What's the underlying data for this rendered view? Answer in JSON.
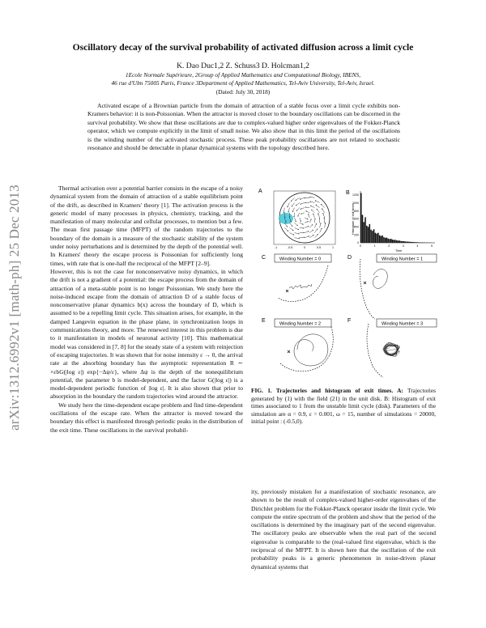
{
  "side_identifier": "arXiv:1312.6992v1  [math-ph]  25 Dec 2013",
  "title": "Oscillatory decay of the survival probability of activated diffusion across a limit cycle",
  "authors": "K. Dao Duc1,2 Z. Schuss3 D. Holcman1,2",
  "affiliations": {
    "line1": "1Ecole Normale Supérieure, 2Group of Applied Mathematics and Computational Biology, IBENS,",
    "line2": "46 rue d'Ulm 75005 Paris, France 3Department of Applied Mathematics, Tel-Aviv University, Tel-Aviv, Israel."
  },
  "dated": "(Dated: July 30, 2018)",
  "abstract": "Activated escape of a Brownian particle from the domain of attraction of a stable focus over a limit cycle exhibits non-Kramers behavior: it is non-Poissonian. When the attractor is moved closer to the boundary oscillations can be discerned in the survival probability. We show that these oscillations are due to complex-valued higher order eigenvalues of the Fokker-Planck operator, which we compute explicitly in the limit of small noise. We also show that in this limit the period of the oscillations is the winding number of the activated stochastic process. These peak probability oscillations are not related to stochastic resonance and should be detectable in planar dynamical systems with the topology described here.",
  "body_left": [
    "Thermal activation over a potential barrier consists in the escape of a noisy dynamical system from the domain of attraction of a stable equilibrium point of the drift, as described in Kramers' theory [1]. The activation process is the generic model of many processes in physics, chemistry, tracking, and the manifestation of many molecular and cellular processes, to mention but a few. The mean first passage time (MFPT) of the random trajectories to the boundary of the domain is a measure of the stochastic stability of the system under noisy perturbations and is determined by the depth of the potential well. In Kramers' theory the escape process is Poissonian for sufficiently long times, with rate that is one-half the reciprocal of the MFPT [2–9].",
    "However, this is not the case for nonconservative noisy dynamics, in which the drift is not a gradient of a potential: the escape process from the domain of attraction of a meta-stable point is no longer Poissonian. We study here the noise-induced escape from the domain of attraction D of a stable focus of nonconservative planar dynamics b(x) across the boundary of D, which is assumed to be a repelling limit cycle. This situation arises, for example, in the damped Langevin equation in the phase plane, in synchronization loops in communications theory, and more. The renewed interest in this problem is due to it manifestation in models of neuronal activity [10]. This mathematical model was considered in [7, 8] for the steady state of a system with reinjection of escaping trajectories. It was shown that for noise intensity ε → 0, the arrival rate at the absorbing boundary has the asymptotic representation R ∼ ×εbG(|log ε|) exp{−Δψ/ε}, where Δψ is the depth of the nonequilibrium potential, the parameter b is model-dependent, and the factor G(|log ε|) is a model-dependent periodic function of |log ε|. It is also shown that prior to absorption in the boundary the random trajectories wind around the attractor.",
    "We study here the time-dependent escape problem and find time-dependent oscillations of the escape rate. When the attractor is moved toward the boundary this effect is manifested through periodic peaks in the distribution of the exit time. These oscillations in the survival probabil-"
  ],
  "caption": {
    "lead": "FIG. 1. Trajectories and histogram of exit times. A:",
    "text": "Trajectories generated by (1) with the field (21) in the unit disk. B: Histogram of exit times associated to 1 from the unstable limit cycle (disk). Parameters of the simulation are α = 0.9, ε = 0.001, ω = 15, number of simulations = 20000, initial point : (-0.5,0)."
  },
  "body_right": "ity, previously mistaken for a manifestation of stochastic resonance, are shown to be the result of complex-valued higher-order eigenvalues of the Dirichlet problem for the Fokker-Planck operator inside the limit cycle. We compute the entire spectrum of the problem and show that the period of the oscillations is determined by the imaginary part of the second eigenvalue. The oscillatory peaks are observable when the real part of the second eigenvalue is comparable to the (real-valued first eigenvalue, which is the reciprocal of the MFPT. It is shown here that the oscillation of the exit probability peaks is a generic phenomenon in noise-driven planar dynamical systems that",
  "figure": {
    "panel_labels": [
      "A",
      "B",
      "C",
      "D",
      "E",
      "F"
    ],
    "winding_labels": [
      "Winding Number = 0",
      "Winding Number = 1",
      "Winding Number = 2",
      "Winding Number = 3"
    ],
    "histogram": {
      "ylabel": "Histogram of exit times",
      "xlabel": "Time",
      "y_ticks": [
        "0",
        "200",
        "400",
        "600",
        "800",
        "1000",
        "1200"
      ],
      "x_ticks": [
        "0",
        "1",
        "2",
        "3",
        "4",
        "5"
      ],
      "ylim": [
        0,
        1300
      ],
      "xlim": [
        0,
        5
      ],
      "bin_width": 0.1,
      "values": [
        1250,
        700,
        520,
        640,
        430,
        400,
        470,
        330,
        300,
        340,
        250,
        230,
        250,
        190,
        170,
        185,
        140,
        125,
        130,
        105,
        95,
        100,
        80,
        72,
        75,
        60,
        55,
        55,
        45,
        40,
        40,
        33,
        30,
        30,
        25,
        22,
        22,
        18,
        16,
        15,
        12,
        11,
        10,
        9,
        8,
        7,
        6,
        5,
        4,
        4
      ]
    },
    "panelA_ticks": [
      "-1",
      "-0.5",
      "0",
      "0.5",
      "1"
    ],
    "colors": {
      "disk_fill": "#3ec6d8",
      "disk_fill_light": "#a8e6ee",
      "arrows": "#222222",
      "trajectory": "#111111",
      "bars": "#111111"
    }
  }
}
